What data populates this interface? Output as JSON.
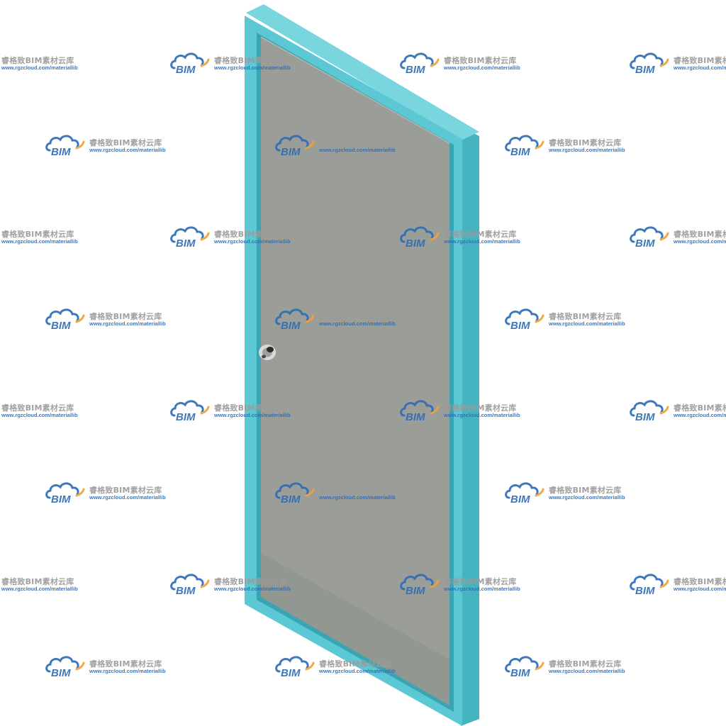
{
  "scene": {
    "subject": "door",
    "colors": {
      "background": "#ffffff",
      "frame_front": "#5cc8d4",
      "frame_side": "#46b3c0",
      "frame_top": "#79d6df",
      "frame_inner": "#3aa5b2",
      "leaf": "#9a9d98",
      "leaf_shade": "#8a8d88",
      "handle": "#d8dad8",
      "handle_dark": "#2c2c2c"
    }
  },
  "watermark": {
    "logo_text": "BIM",
    "title": "睿格致BIM素材云库",
    "url": "www.rgzcloud.com/materiallib",
    "logo_blue": "#2f6db4",
    "logo_orange": "#f0a23a",
    "logo_cloud": "#2f6db4"
  }
}
